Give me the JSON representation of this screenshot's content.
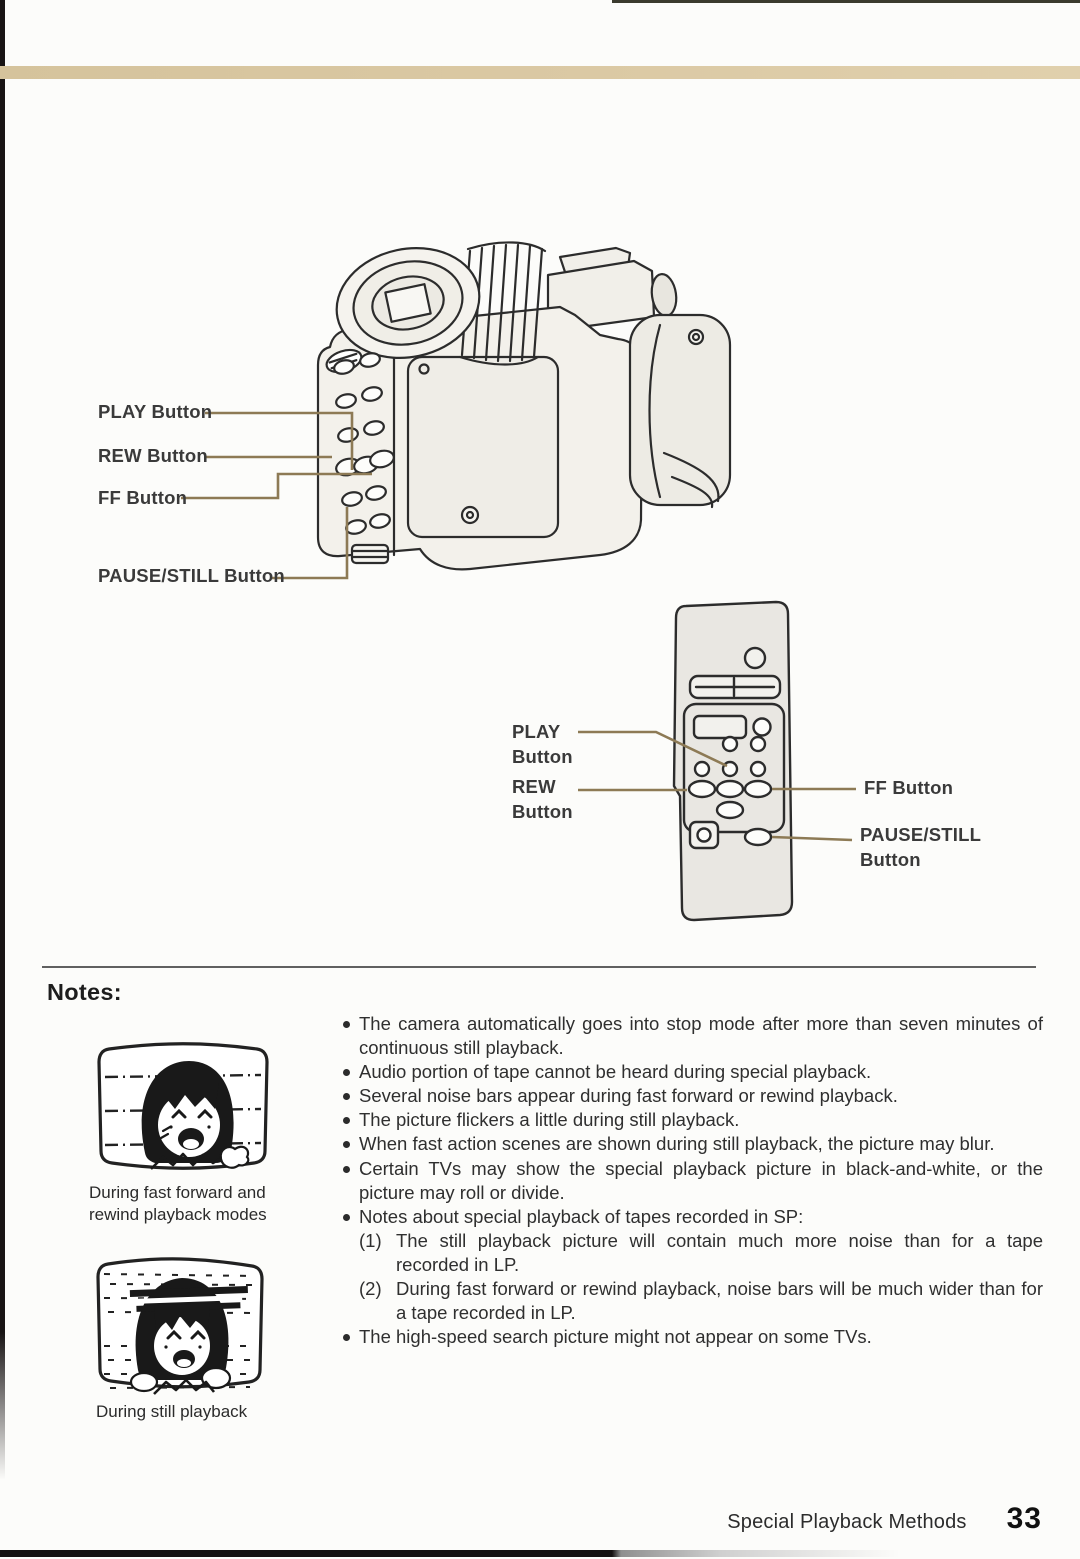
{
  "diagram_labels": {
    "camcorder": {
      "play": "PLAY Button",
      "rew": "REW Button",
      "ff": "FF Button",
      "pause_still": "PAUSE/STILL Button"
    },
    "remote": {
      "play_l1": "PLAY",
      "play_l2": "Button",
      "rew_l1": "REW",
      "rew_l2": "Button",
      "ff": "FF Button",
      "pause_l1": "PAUSE/STILL",
      "pause_l2": "Button"
    }
  },
  "notes": {
    "heading": "Notes:",
    "captions": {
      "fast_forward_l1": "During fast forward and",
      "fast_forward_l2": "rewind playback modes",
      "still": "During still playback"
    },
    "bullets": [
      {
        "text": "The camera automatically goes into stop mode after more than seven minutes of continuous still playback."
      },
      {
        "text": "Audio portion of tape cannot be heard during special playback."
      },
      {
        "text": "Several noise bars appear during fast forward or rewind playback."
      },
      {
        "text": "The picture flickers a little during still playback."
      },
      {
        "text": "When fast action scenes are shown during still playback, the picture may blur."
      },
      {
        "text": "Certain TVs may show the special playback picture in black-and-white, or the picture may roll or divide."
      },
      {
        "text": "Notes about special playback of tapes recorded in SP:",
        "subitems": [
          {
            "num": "(1)",
            "text": "The still playback picture will contain much more noise than for a tape recorded in LP."
          },
          {
            "num": "(2)",
            "text": "During fast forward or rewind playback, noise bars will be much wider than for a tape recorded in LP."
          }
        ]
      },
      {
        "text": "The high-speed search picture might not appear on some TVs."
      }
    ]
  },
  "footer": {
    "section_title": "Special Playback Methods",
    "page_number": "33"
  },
  "colors": {
    "tan_bar": "#d9c7a1",
    "leader_line": "#8d7a55",
    "text": "#2e2e2e",
    "edge_dark": "#151111"
  }
}
